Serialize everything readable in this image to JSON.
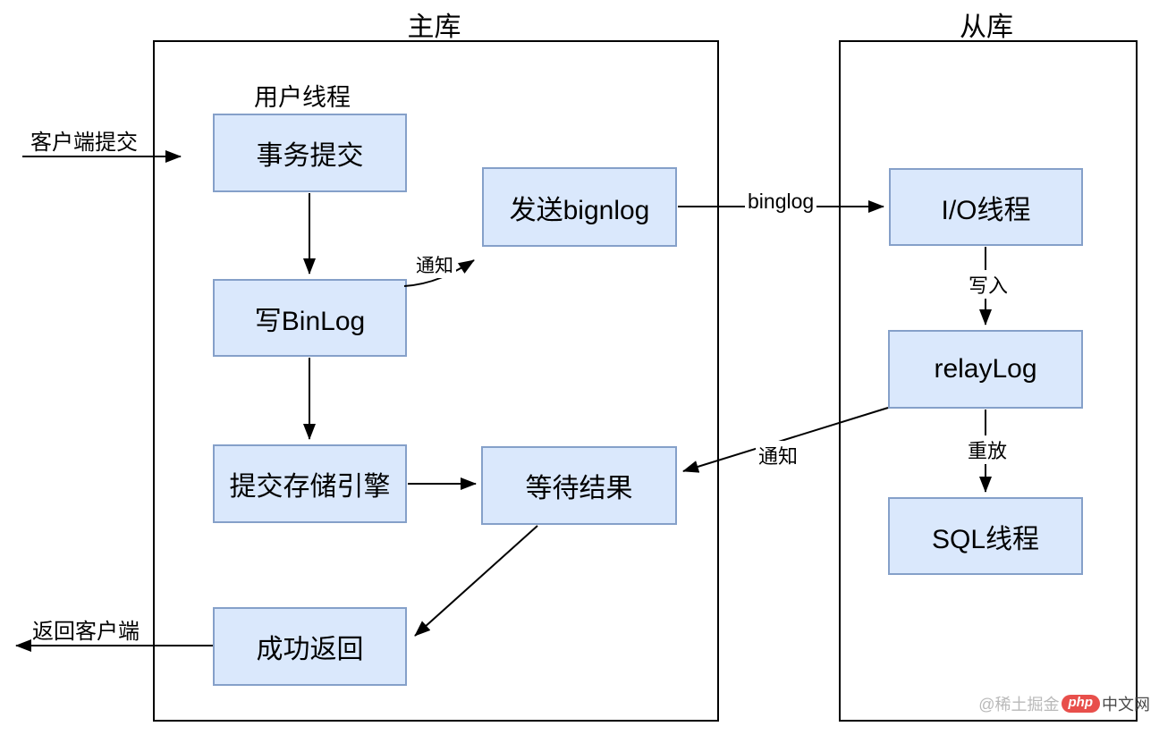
{
  "diagram": {
    "master": {
      "title": "主库",
      "user_thread_label": "用户线程",
      "nodes": {
        "commit": "事务提交",
        "write_binlog": "写BinLog",
        "commit_engine": "提交存储引擎",
        "success_return": "成功返回",
        "send_binlog": "发送bignlog",
        "wait_result": "等待结果"
      }
    },
    "slave": {
      "title": "从库",
      "nodes": {
        "io_thread": "I/O线程",
        "relay_log": "relayLog",
        "sql_thread": "SQL线程"
      }
    },
    "edge_labels": {
      "client_submit": "客户端提交",
      "notify_binlog": "通知",
      "binglog": "binglog",
      "write_in": "写入",
      "replay": "重放",
      "notify_wait": "通知",
      "return_client": "返回客户端"
    },
    "colors": {
      "node_fill": "#dae8fc",
      "node_border": "#85a0c9",
      "container_border": "#000000",
      "arrow": "#000000",
      "watermark_badge": "#e84f4b"
    },
    "watermark": {
      "prefix": "@稀土掘金",
      "badge": "php",
      "suffix": "中文网"
    }
  }
}
